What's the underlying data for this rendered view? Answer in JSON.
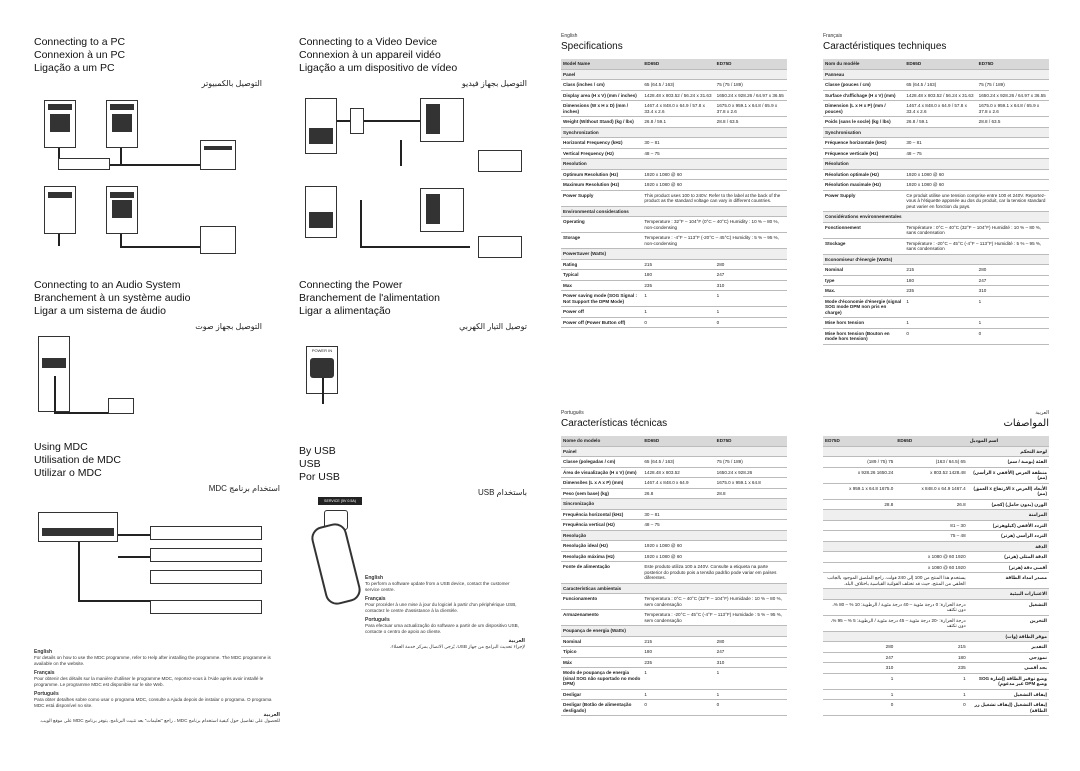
{
  "pc": {
    "title1": "Connecting to a PC",
    "title2": "Connexion à un PC",
    "title3": "Ligação a um PC",
    "ar": "التوصيل بالكمبيوتر"
  },
  "video": {
    "title1": "Connecting to a Video Device",
    "title2": "Connexion à un appareil vidéo",
    "title3": "Ligação a um dispositivo de vídeo",
    "ar": "التوصيل بجهاز فيديو"
  },
  "audio": {
    "title1": "Connecting to an Audio System",
    "title2": "Branchement à un système audio",
    "title3": "Ligar a um sistema de áudio",
    "ar": "التوصيل بجهاز صوت"
  },
  "power": {
    "title1": "Connecting the Power",
    "title2": "Branchement de l'alimentation",
    "title3": "Ligar a alimentação",
    "ar": "توصيل التيار الكهربي",
    "label": "POWER IN"
  },
  "mdc": {
    "title1": "Using MDC",
    "title2": "Utilisation de MDC",
    "title3": "Utilizar o MDC",
    "ar": "استخدام برنامج MDC",
    "en_h": "English",
    "en": "For details on how to use the MDC programme, refer to Help after installing the programme. The MDC programme is available on the website.",
    "fr_h": "Français",
    "fr": "Pour obtenir des détails sur la manière d'utiliser le programme MDC, reportez-vous à l'Aide après avoir installé le programme. Le programme MDC est disponible sur le site Web.",
    "pt_h": "Português",
    "pt": "Para obter detalhes sobre como usar o programa MDC, consulte a Ajuda depois de instalar o programa. O programa MDC está disponível no site.",
    "ar_h": "العربية",
    "ar_t": "للحصول على تفاصيل حول كيفية استخدام برنامج MDC ، راجع \"تعليمات\" بعد تثبيت البرنامج. يتوفر برنامج MDC على موقع الويب."
  },
  "usb": {
    "title1": "By USB",
    "title2": "USB",
    "title3": "Por USB",
    "ar": "باستخدام USB",
    "label": "SERVICE (5V 0.5A)",
    "en_h": "English",
    "en": "To perform a software update from a USB device, contact the customer service centre.",
    "fr_h": "Français",
    "fr": "Pour procéder à une mise à jour du logiciel à partir d'un périphérique USB, contactez le centre d'assistance à la clientèle.",
    "pt_h": "Português",
    "pt": "Para efectuar uma actualização do software a partir de um dispositivo USB, contacte o centro de apoio ao cliente.",
    "ar_h": "العربية",
    "ar_t": "لإجراء تحديث البرامج من جهاز USB، يُرجى الاتصال بمركز خدمة العملاء."
  },
  "spec_en": {
    "lang": "English",
    "title": "Specifications",
    "cols": [
      "Model Name",
      "ED65D",
      "ED75D"
    ],
    "rows": [
      {
        "s": "Panel"
      },
      {
        "l": "Class (inches / cm)",
        "a": "65 (64.5 / 163)",
        "b": "75 (75 / 189)"
      },
      {
        "l": "Display area (H x V) (mm / inches)",
        "a": "1428.48 x 803.52 / 56.24 x 31.63",
        "b": "1650.24 x 928.26 / 64.97 x 36.55"
      },
      {
        "l": "Dimensions (W x H x D) (mm / inches)",
        "a": "1467.4 x 848.0 x 64.9 / 57.8 x 33.4 x 2.6",
        "b": "1675.0 x 959.1 x 64.8 / 65.9 x 37.8 x 2.6"
      },
      {
        "l": "Weight (Without Stand) (kg / lbs)",
        "a": "26.8 / 59.1",
        "b": "28.8 / 63.5"
      },
      {
        "s": "Synchronization"
      },
      {
        "l": "Horizontal Frequency (kHz)",
        "a": "30 – 81",
        "b": ""
      },
      {
        "l": "Vertical Frequency (Hz)",
        "a": "48 – 75",
        "b": ""
      },
      {
        "s": "Resolution"
      },
      {
        "l": "Optimum Resolution (Hz)",
        "a": "1920 x 1080 @ 60",
        "b": ""
      },
      {
        "l": "Maximum Resolution (Hz)",
        "a": "1920 x 1080 @ 60",
        "b": ""
      },
      {
        "l": "Power Supply",
        "a": "This product uses 100 to 240V. Refer to the label at the back of the product as the standard voltage can vary in different countries.",
        "b": ""
      },
      {
        "s": "Environmental considerations"
      },
      {
        "l": "Operating",
        "a": "Temperature : 32°F – 104°F (0°C – 40°C) Humidity : 10 % – 80 %, non-condensing",
        "b": ""
      },
      {
        "l": "Storage",
        "a": "Temperature : -4°F – 113°F (-20°C – 45°C) Humidity : 5 % – 95 %, non-condensing",
        "b": ""
      },
      {
        "s": "PowerSaver (Watts)"
      },
      {
        "l": "Rating",
        "a": "215",
        "b": "280"
      },
      {
        "l": "Typical",
        "a": "180",
        "b": "247"
      },
      {
        "l": "Max",
        "a": "235",
        "b": "310"
      },
      {
        "l": "Power saving mode (SOG Signal : Not Support the DPM Mode)",
        "a": "1",
        "b": "1"
      },
      {
        "l": "Power off",
        "a": "1",
        "b": "1"
      },
      {
        "l": "Power off (Power Button off)",
        "a": "0",
        "b": "0"
      }
    ]
  },
  "spec_fr": {
    "lang": "Français",
    "title": "Caractéristiques techniques",
    "cols": [
      "Nom du modèle",
      "ED65D",
      "ED75D"
    ],
    "rows": [
      {
        "s": "Panneau"
      },
      {
        "l": "Classe (pouces / cm)",
        "a": "65 (64.5 / 163)",
        "b": "75 (75 / 189)"
      },
      {
        "l": "Surface d'affichage (H x V) (mm)",
        "a": "1428.48 x 803.52 / 56.24 x 31.63",
        "b": "1650.24 x 928.26 / 64.97 x 36.55"
      },
      {
        "l": "Dimension (L x H x P) (mm / pouces)",
        "a": "1467.4 x 848.0 x 64.9 / 57.8 x 33.4 x 2.6",
        "b": "1675.0 x 959.1 x 64.8 / 65.9 x 37.8 x 2.6"
      },
      {
        "l": "Poids (sans le socle) (kg / lbs)",
        "a": "26.8 / 59.1",
        "b": "28.8 / 63.5"
      },
      {
        "s": "Synchronisation"
      },
      {
        "l": "Fréquence horizontale (kHz)",
        "a": "30 – 81",
        "b": ""
      },
      {
        "l": "Fréquence verticale (Hz)",
        "a": "48 – 75",
        "b": ""
      },
      {
        "s": "Résolution"
      },
      {
        "l": "Résolution optimale (Hz)",
        "a": "1920 x 1080 @ 60",
        "b": ""
      },
      {
        "l": "Résolution maximale (Hz)",
        "a": "1920 x 1080 @ 60",
        "b": ""
      },
      {
        "l": "Power Supply",
        "a": "Ce produit utilise une tension comprise entre 100 et 240V. Reportez-vous à l'étiquette apposée au dos du produit, car la tension standard peut varier en fonction du pays.",
        "b": ""
      },
      {
        "s": "Considérations environnementales"
      },
      {
        "l": "Fonctionnement",
        "a": "Température : 0°C – 40°C (32°F – 104°F) Humidité : 10 % – 80 %, sans condensation",
        "b": ""
      },
      {
        "l": "Stockage",
        "a": "Température : -20°C – 45°C (-4°F – 113°F) Humidité : 5 % – 95 %, sans condensation",
        "b": ""
      },
      {
        "s": "Economiseur d'énergie (Watts)"
      },
      {
        "l": "Nominal",
        "a": "215",
        "b": "280"
      },
      {
        "l": "type",
        "a": "180",
        "b": "247"
      },
      {
        "l": "Max.",
        "a": "235",
        "b": "310"
      },
      {
        "l": "Mode d'économie d'énergie (signal SOG mode DPM non pris en charge)",
        "a": "1",
        "b": "1"
      },
      {
        "l": "Mise hors tension",
        "a": "1",
        "b": "1"
      },
      {
        "l": "Mise hors tension (Bouton en mode hors tension)",
        "a": "0",
        "b": "0"
      }
    ]
  },
  "spec_pt": {
    "lang": "Português",
    "title": "Características técnicas",
    "cols": [
      "Nome do modelo",
      "ED65D",
      "ED75D"
    ],
    "rows": [
      {
        "s": "Painel"
      },
      {
        "l": "Classe (polegadas / cm)",
        "a": "65 (64.5 / 163)",
        "b": "75 (75 / 189)"
      },
      {
        "l": "Área de visualização (H x V) (mm)",
        "a": "1428.48 x 803.52",
        "b": "1650.24 x 928.26"
      },
      {
        "l": "Dimensões (L x A x P) (mm)",
        "a": "1467.4 x 848.0 x 64.9",
        "b": "1675.0 x 959.1 x 64.8"
      },
      {
        "l": "Peso (sem base) (kg)",
        "a": "26.8",
        "b": "28.8"
      },
      {
        "s": "Sincronização"
      },
      {
        "l": "Frequência horizontal (kHz)",
        "a": "30 – 81",
        "b": ""
      },
      {
        "l": "Frequência vertical (Hz)",
        "a": "48 – 75",
        "b": ""
      },
      {
        "s": "Resolução"
      },
      {
        "l": "Resolução ideal (Hz)",
        "a": "1920 x 1080 @ 60",
        "b": ""
      },
      {
        "l": "Resolução máxima (Hz)",
        "a": "1920 x 1080 @ 60",
        "b": ""
      },
      {
        "l": "Fonte de alimentação",
        "a": "Este produto utiliza 100 a 240V. Consulte a etiqueta na parte posterior do produto pois a tensão padrão pode variar em países diferentes.",
        "b": ""
      },
      {
        "s": "Características ambientais"
      },
      {
        "l": "Funcionamento",
        "a": "Temperatura : 0°C – 40°C (32°F – 104°F) Humidade : 10 % – 80 %, sem condensação",
        "b": ""
      },
      {
        "l": "Armazenamento",
        "a": "Temperatura : -20°C – 45°C (-4°F – 113°F) Humidade : 5 % – 95 %, sem condensação",
        "b": ""
      },
      {
        "s": "Poupança de energia (Watts)"
      },
      {
        "l": "Nominal",
        "a": "215",
        "b": "280"
      },
      {
        "l": "Típico",
        "a": "180",
        "b": "247"
      },
      {
        "l": "Máx",
        "a": "235",
        "b": "310"
      },
      {
        "l": "Modo de poupança de energia (sinal SOG não suportado no modo DPM)",
        "a": "1",
        "b": "1"
      },
      {
        "l": "Desligar",
        "a": "1",
        "b": "1"
      },
      {
        "l": "Desligar (Botão de alimentação desligado)",
        "a": "0",
        "b": "0"
      }
    ]
  },
  "spec_ar": {
    "lang": "العربية",
    "title": "المواصفات",
    "cols": [
      "اسم الموديل",
      "ED65D",
      "ED75D"
    ],
    "rows": [
      {
        "s": "لوحة التحكم"
      },
      {
        "l": "الفئة (بوصة / سم)",
        "a": "65 (64.5 / 163)",
        "b": "75 (75 / 189)"
      },
      {
        "l": "منطقة العرض (الأفقي x الرأسي) (مم)",
        "a": "1428.48 x 803.52",
        "b": "1650.24 x 928.26"
      },
      {
        "l": "الأبعاد (العرض x الارتفاع x العمق) (مم)",
        "a": "1467.4 x 848.0 x 64.9",
        "b": "1675.0 x 959.1 x 64.8"
      },
      {
        "l": "الوزن (بدون حامل) (كجم)",
        "a": "26.8",
        "b": "28.8"
      },
      {
        "s": "المزامنة"
      },
      {
        "l": "التردد الأفقي (كيلوهرتز)",
        "a": "30 – 81",
        "b": ""
      },
      {
        "l": "التردد الرأسي (هرتز)",
        "a": "48 – 75",
        "b": ""
      },
      {
        "s": "الدقة"
      },
      {
        "l": "الدقة المثلى (هرتز)",
        "a": "1920 x 1080 @ 60",
        "b": ""
      },
      {
        "l": "أقصى دقة (هرتز)",
        "a": "1920 x 1080 @ 60",
        "b": ""
      },
      {
        "l": "مصدر امداد الطاقة",
        "a": "يستخدم هذا المنتج من 100 إلى 240 فولت. راجع الملصق الموجود بالجانب الخلفي من المنتج، حيث قد تختلف الفولتية القياسية باختلاف البلد.",
        "b": ""
      },
      {
        "s": "الاعتبارات البيئية"
      },
      {
        "l": "التشغيل",
        "a": "درجة الحرارة: 0 درجة مئوية – 40 درجة مئوية / الرطوبة: 10 % – 80 %، دون تكثف",
        "b": ""
      },
      {
        "l": "التخزين",
        "a": "درجة الحرارة: -20 درجة مئوية – 45 درجة مئوية / الرطوبة: 5 % – 95 %، دون تكثف",
        "b": ""
      },
      {
        "s": "موفر الطاقة (وات)"
      },
      {
        "l": "التقدير",
        "a": "215",
        "b": "280"
      },
      {
        "l": "نموذجي",
        "a": "180",
        "b": "247"
      },
      {
        "l": "بحد أقصى",
        "a": "235",
        "b": "310"
      },
      {
        "l": "وضع توفير الطاقة (إشارة SOG وضع DPM غير مدعوم)",
        "a": "1",
        "b": "1"
      },
      {
        "l": "إيقاف التشغيل",
        "a": "1",
        "b": "1"
      },
      {
        "l": "إيقاف التشغيل (إيقاف تشغيل زر الطاقة)",
        "a": "0",
        "b": "0"
      }
    ]
  }
}
